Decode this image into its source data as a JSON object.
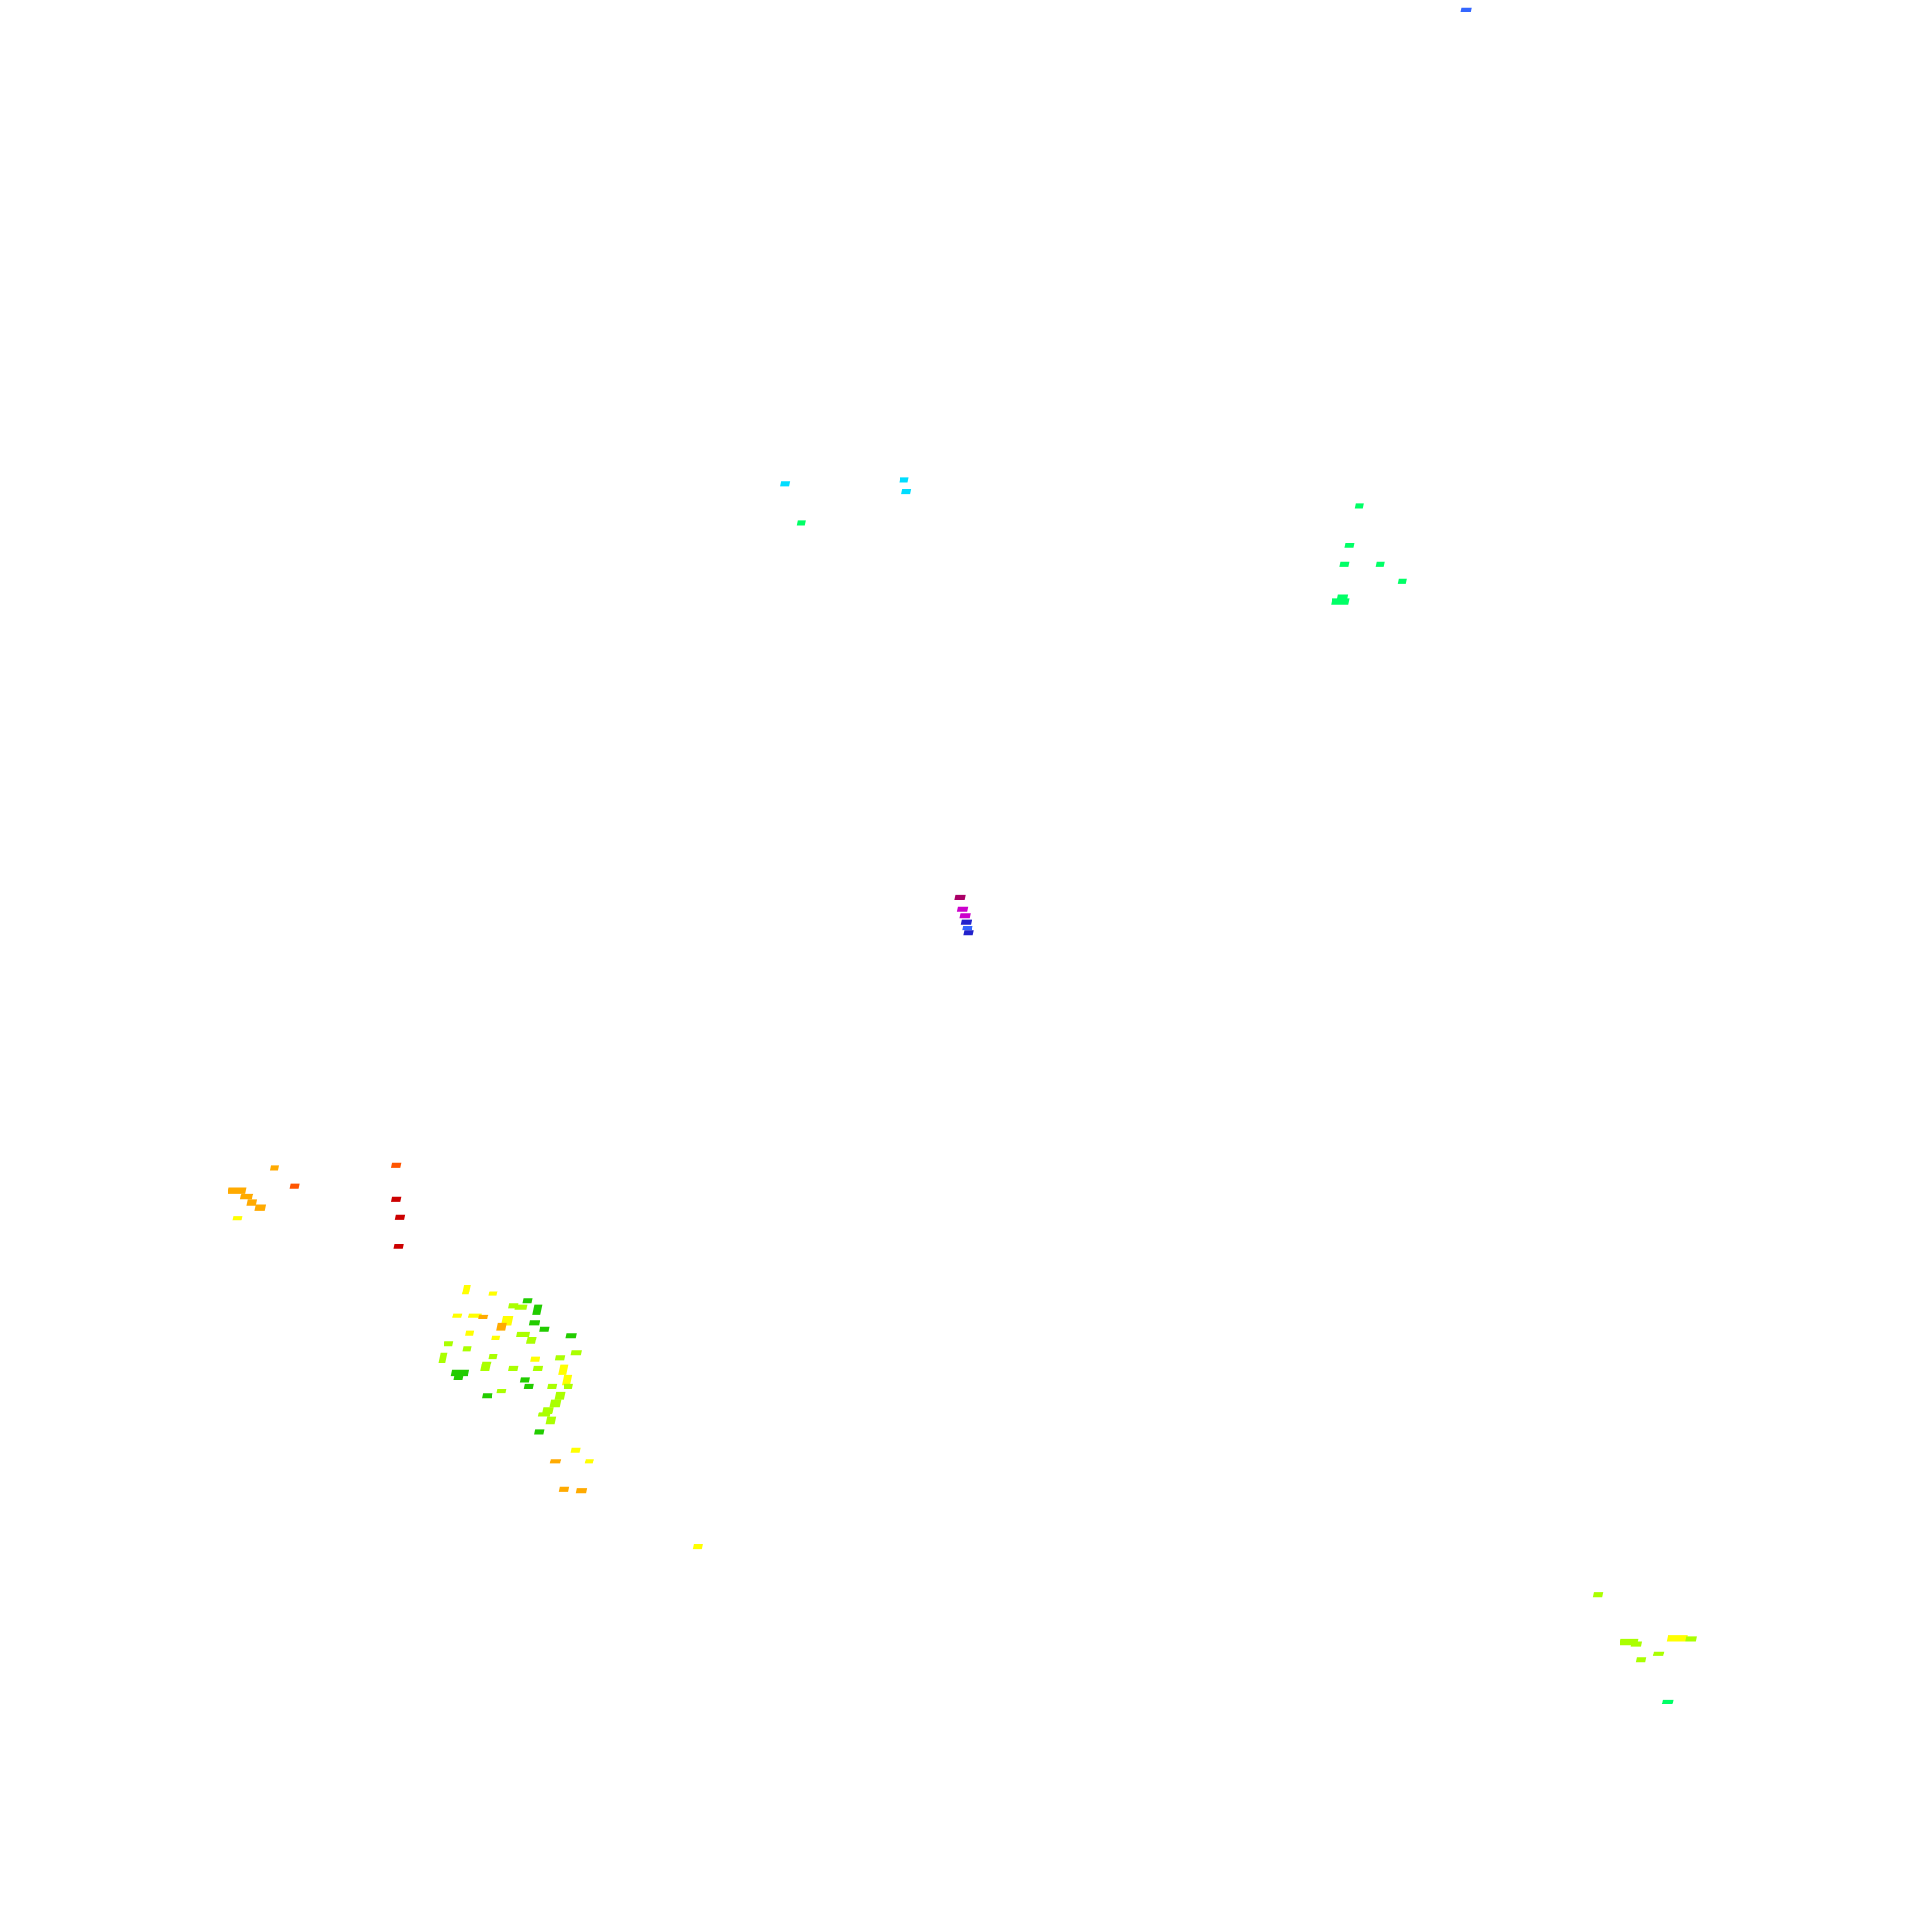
{
  "image": {
    "background": "#ffffff",
    "palette": {
      "red": "#cc0000",
      "orange_red": "#ff5500",
      "orange": "#ffaa00",
      "yellow": "#ffff00",
      "yellow_green": "#aaff00",
      "green": "#22cc00",
      "spring_green": "#00ff66",
      "cyan": "#00ddff",
      "blue": "#3366ff",
      "dark_blue": "#2222cc",
      "magenta": "#cc00cc",
      "maroon": "#aa0066"
    },
    "clusters": [
      {
        "name": "top-right-speck",
        "color_key": "blue"
      },
      {
        "name": "cyan-group",
        "color_key": "cyan"
      },
      {
        "name": "green-group-right",
        "color_key": "spring_green"
      },
      {
        "name": "center-gradient-strip",
        "color_key": "magenta"
      },
      {
        "name": "left-orange-group",
        "color_key": "orange"
      },
      {
        "name": "left-red-column",
        "color_key": "red"
      },
      {
        "name": "lower-left-dense-cluster",
        "color_key": "yellow_green"
      },
      {
        "name": "lower-left-orange-tail",
        "color_key": "orange"
      },
      {
        "name": "bottom-right-group",
        "color_key": "yellow_green"
      }
    ]
  }
}
